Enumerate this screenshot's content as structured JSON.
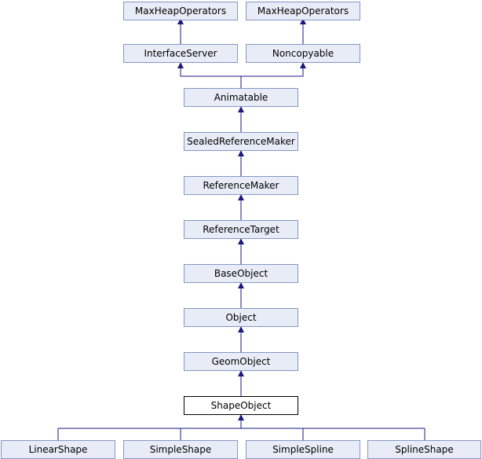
{
  "diagram": {
    "nodes": {
      "max_heap_operators_1": "MaxHeapOperators",
      "max_heap_operators_2": "MaxHeapOperators",
      "interface_server": "InterfaceServer",
      "noncopyable": "Noncopyable",
      "animatable": "Animatable",
      "sealed_reference_maker": "SealedReferenceMaker",
      "reference_maker": "ReferenceMaker",
      "reference_target": "ReferenceTarget",
      "base_object": "BaseObject",
      "object": "Object",
      "geom_object": "GeomObject",
      "shape_object": "ShapeObject",
      "linear_shape": "LinearShape",
      "simple_shape": "SimpleShape",
      "simple_spline": "SimpleSpline",
      "spline_shape": "SplineShape"
    },
    "colors": {
      "node_fill": "#e8ecf6",
      "node_border": "#8496c4",
      "edge": "#1a1a80",
      "current_border": "#000000"
    }
  }
}
